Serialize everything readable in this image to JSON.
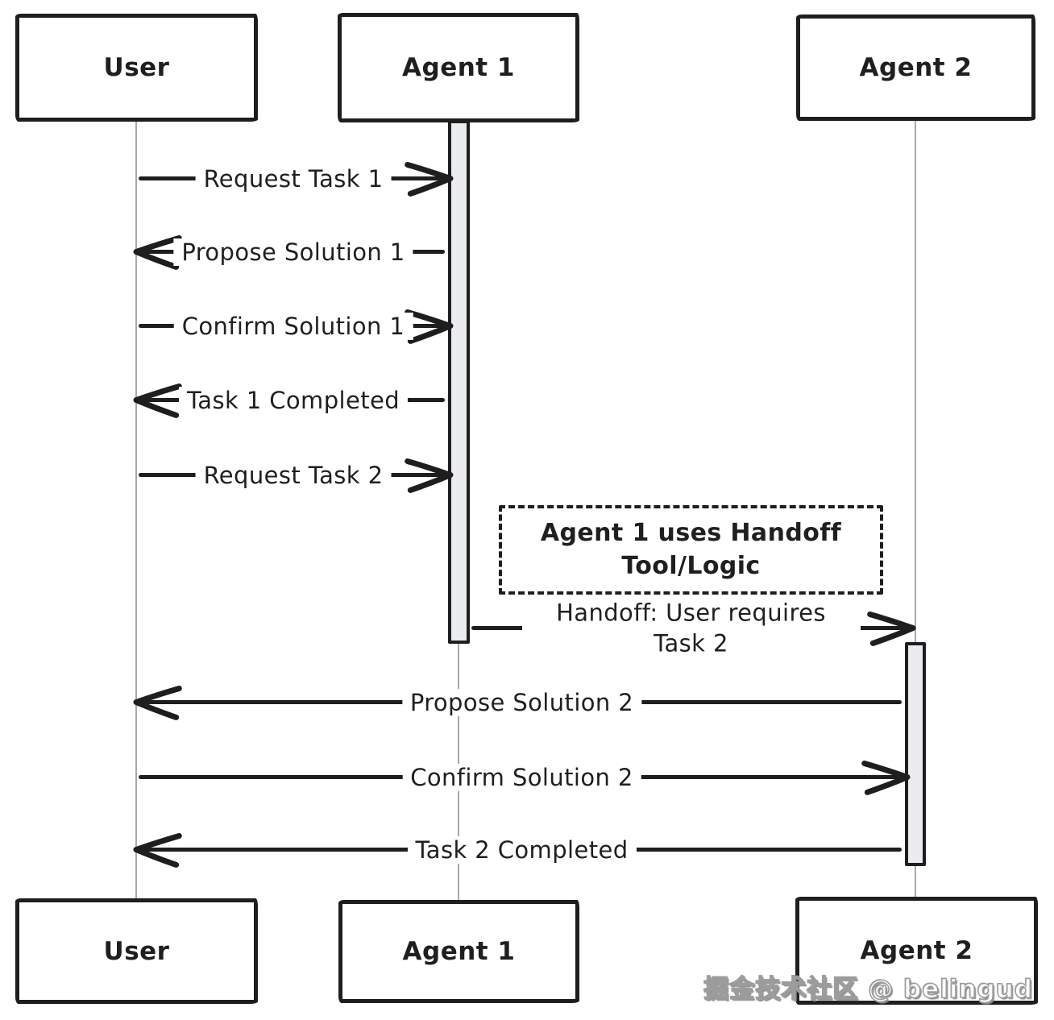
{
  "participants": [
    {
      "id": "user",
      "label": "User"
    },
    {
      "id": "agent1",
      "label": "Agent 1"
    },
    {
      "id": "agent2",
      "label": "Agent 2"
    }
  ],
  "messages": [
    {
      "label": "Request Task 1",
      "from": "User",
      "to": "Agent 1",
      "arrow": "right"
    },
    {
      "label": "Propose Solution 1",
      "from": "Agent 1",
      "to": "User",
      "arrow": "left"
    },
    {
      "label": "Confirm Solution 1",
      "from": "User",
      "to": "Agent 1",
      "arrow": "right"
    },
    {
      "label": "Task 1 Completed",
      "from": "Agent 1",
      "to": "User",
      "arrow": "left"
    },
    {
      "label": "Request Task 2",
      "from": "User",
      "to": "Agent 1",
      "arrow": "right"
    },
    {
      "label_lines": [
        "Handoff: User requires",
        "Task 2"
      ],
      "from": "Agent 1",
      "to": "Agent 2",
      "arrow": "right"
    },
    {
      "label": "Propose Solution 2",
      "from": "Agent 2",
      "to": "User",
      "arrow": "left"
    },
    {
      "label": "Confirm Solution 2",
      "from": "User",
      "to": "Agent 2",
      "arrow": "right"
    },
    {
      "label": "Task 2 Completed",
      "from": "Agent 2",
      "to": "User",
      "arrow": "left"
    }
  ],
  "note": {
    "lines": [
      "Agent 1 uses Handoff",
      "Tool/Logic"
    ]
  },
  "watermark": "掘金技术社区 @ belingud",
  "colors": {
    "stroke": "#1e1e1e",
    "activation_fill": "#ebecef",
    "lifeline": "#a8a8a8",
    "background": "#ffffff"
  }
}
